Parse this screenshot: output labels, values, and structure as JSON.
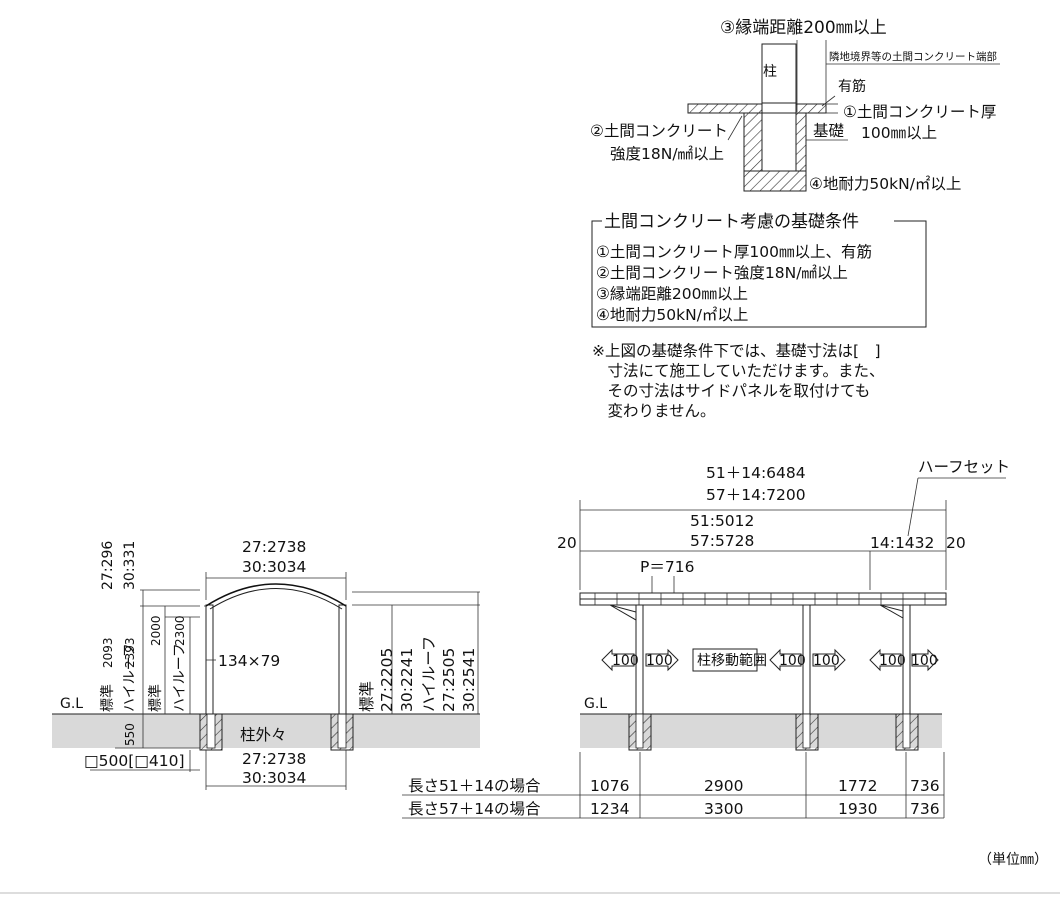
{
  "detail": {
    "edge_distance": "③縁端距離200㎜以上",
    "boundary": "隣地境界等の土間コンクリート端部",
    "post": "柱",
    "rebar": "有筋",
    "slab_thickness_1": "①土間コンクリート厚",
    "slab_thickness_2": "100㎜以上",
    "foundation": "基礎",
    "slab_strength_1": "②土間コンクリート",
    "slab_strength_2": "強度18N/㎟以上",
    "bearing": "④地耐力50kN/㎡以上"
  },
  "conditions": {
    "title": "土間コンクリート考慮の基礎条件",
    "items": [
      "①土間コンクリート厚100㎜以上、有筋",
      "②土間コンクリート強度18N/㎟以上",
      "③縁端距離200㎜以上",
      "④地耐力50kN/㎡以上"
    ],
    "note": [
      "※上図の基礎条件下では、基礎寸法は[　]",
      "　寸法にて施工していただけます。また、",
      "　その寸法はサイドパネルを取付けても",
      "　変わりません。"
    ]
  },
  "front": {
    "top_height_27": "27:296",
    "top_height_30": "30:331",
    "width_top_27": "27:2738",
    "width_top_30": "30:3034",
    "std_height": "2093",
    "high_height": "2393",
    "std_inner": "2000",
    "high_inner": "2300",
    "std_label": "標準",
    "high_label": "ハイルーフ",
    "post_size": "134×79",
    "right_dims": [
      "標準",
      "27:2205",
      "30:2241",
      "ハイルーフ",
      "27:2505",
      "30:2541"
    ],
    "gl": "G.L",
    "depth": "550",
    "post_outer": "柱外々",
    "width_bottom_27": "27:2738",
    "width_bottom_30": "30:3034",
    "footing": "□500[□410]"
  },
  "side": {
    "total_51": "51＋14:6484",
    "total_57": "57＋14:7200",
    "half_set": "ハーフセット",
    "len_51": "51:5012",
    "len_57": "57:5728",
    "len_14": "14:1432",
    "end_left": "20",
    "end_right": "20",
    "pitch": "P＝716",
    "offset": "100",
    "post_range": "柱移動範囲",
    "gl": "G.L",
    "row1_label": "長さ51＋14の場合",
    "row1_values": [
      "1076",
      "2900",
      "1772",
      "736"
    ],
    "row2_label": "長さ57＋14の場合",
    "row2_values": [
      "1234",
      "3300",
      "1930",
      "736"
    ]
  },
  "unit": "（単位㎜）"
}
